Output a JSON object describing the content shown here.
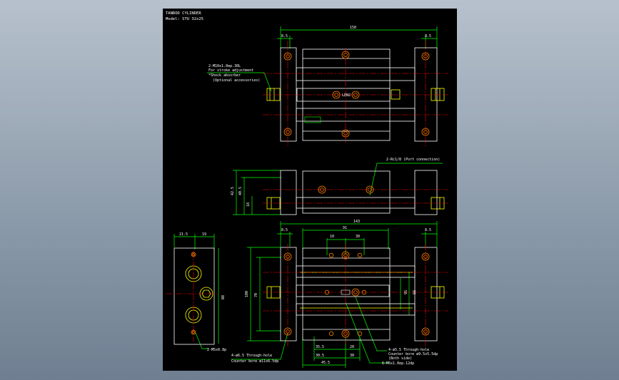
{
  "title": {
    "line1": "TANROD CYLINDER",
    "line2": "Model: STU 32x25"
  },
  "top_view": {
    "dim_overall": "150",
    "dim_left": "8.5",
    "dim_right": "8.5",
    "note1": "2-M10x1.0ep.30L",
    "note2": "For stroke adjustment",
    "note3": "*Shock absorber",
    "note4": "(Optional accessories)",
    "mark": "LEN2"
  },
  "side_view": {
    "note": "2-Rc1/8 (Port connection)",
    "dim_height": "42.5",
    "dim_mid": "40.5",
    "dim_low": "18"
  },
  "front_view": {
    "dim_overall": "143",
    "dim_left": "8.5",
    "dim_right": "8.5",
    "dim_top": "91",
    "dim_a": "10",
    "dim_b": "30",
    "dim_height": "100",
    "dim_inner": "70",
    "dim_right1": "56",
    "dim_right2": "55",
    "dim_bot1": "35.5",
    "dim_bot2": "30.5",
    "dim_bot3": "20",
    "dim_bot4": "30",
    "dim_bot5": "45.5",
    "note_left1": "4-ø6.5 Through-hole",
    "note_left2": "Counter bore ø11x6.5dp",
    "note_right1": "4-ø5.5 Through-hole",
    "note_right2": "Counter bore ø9.5x5.5dp",
    "note_right3": "(Both side)",
    "note_right4": "6-M6x1.0ep.12dp"
  },
  "end_view": {
    "dim_a": "21.5",
    "dim_b": "19",
    "dim_h": "80",
    "note": "2-M5x0.8p"
  },
  "colors": {
    "outline": "#ffffff",
    "dimension": "#00ff00",
    "center": "#ff0000",
    "hole": "#ff8000",
    "part": "#ffff00"
  }
}
